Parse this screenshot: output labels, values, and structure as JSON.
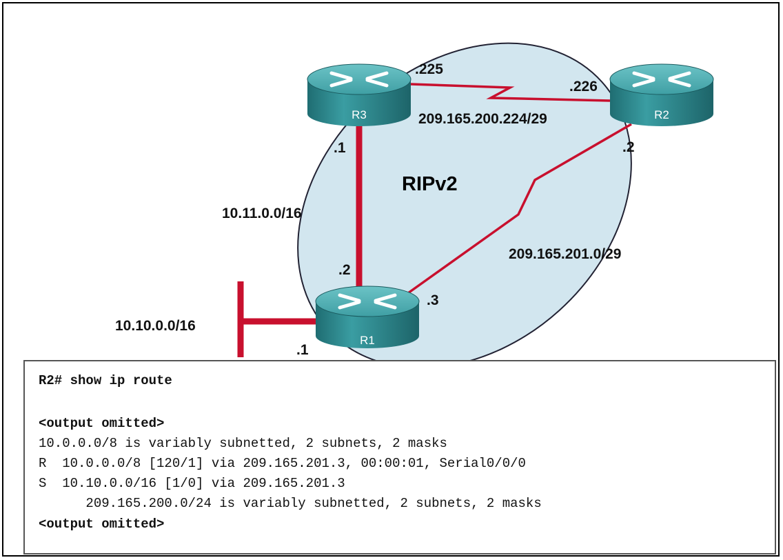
{
  "diagram": {
    "protocol_label": "RIPv2",
    "routers": [
      {
        "id": "r3",
        "label": "R3"
      },
      {
        "id": "r2",
        "label": "R2"
      },
      {
        "id": "r1",
        "label": "R1"
      }
    ],
    "networks": {
      "r3_r2": "209.165.200.224/29",
      "r3_r1": "10.11.0.0/16",
      "r1_r2": "209.165.201.0/29",
      "r1_lan": "10.10.0.0/16"
    },
    "interface_labels": {
      "r3_to_r2": ".225",
      "r2_to_r3": ".226",
      "r3_to_r1": ".1",
      "r2_to_r1": ".2",
      "r1_to_r3": ".2",
      "r1_to_r2": ".3",
      "r1_lan": ".1"
    }
  },
  "console": {
    "prompt_line": "R2# show ip route",
    "omitted_top": "<output omitted>",
    "lines": [
      "10.0.0.0/8 is variably subnetted, 2 subnets, 2 masks",
      "R  10.0.0.0/8 [120/1] via 209.165.201.3, 00:00:01, Serial0/0/0",
      "S  10.10.0.0/16 [1/0] via 209.165.201.3",
      "      209.165.200.0/24 is variably subnetted, 2 subnets, 2 masks"
    ],
    "omitted_bottom": "<output omitted>"
  },
  "colors": {
    "link": "#c8102e",
    "ellipse_fill": "#d2e6ef",
    "router_body": "#2f8e94",
    "router_top": "#4fb2b6"
  }
}
